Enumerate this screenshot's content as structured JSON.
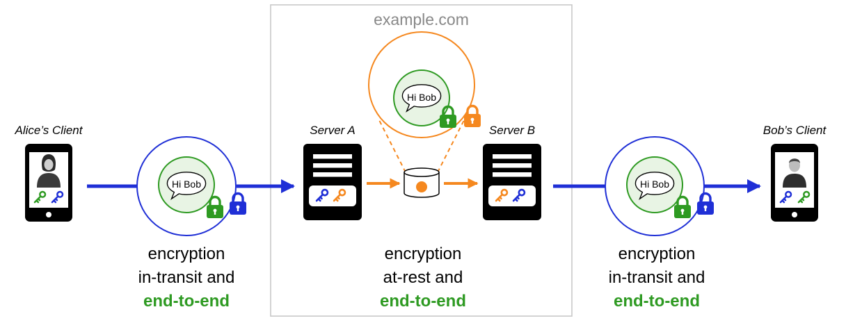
{
  "domain_box": {
    "label": "example.com"
  },
  "actors": {
    "alice": "Alice’s Client",
    "server_a": "Server A",
    "server_b": "Server B",
    "bob": "Bob’s Client"
  },
  "message": "Hi Bob",
  "captions": {
    "left": {
      "line1": "encryption",
      "line2": "in-transit and",
      "line3": "end-to-end"
    },
    "middle": {
      "line1": "encryption",
      "line2": "at-rest and",
      "line3": "end-to-end"
    },
    "right": {
      "line1": "encryption",
      "line2": "in-transit and",
      "line3": "end-to-end"
    }
  },
  "icons": [
    "phone-icon",
    "server-icon",
    "database-icon",
    "key-icon",
    "lock-icon",
    "speech-bubble-icon",
    "person-icon",
    "arrow-icon"
  ],
  "colors": {
    "transit_blue": "#1f2fd6",
    "rest_orange": "#f5881f",
    "e2e_green": "#2e9a22",
    "bubble_fill": "#e8f4e4",
    "device_black": "#000000",
    "domain_border": "#c8c8c8",
    "domain_text": "#888888"
  }
}
